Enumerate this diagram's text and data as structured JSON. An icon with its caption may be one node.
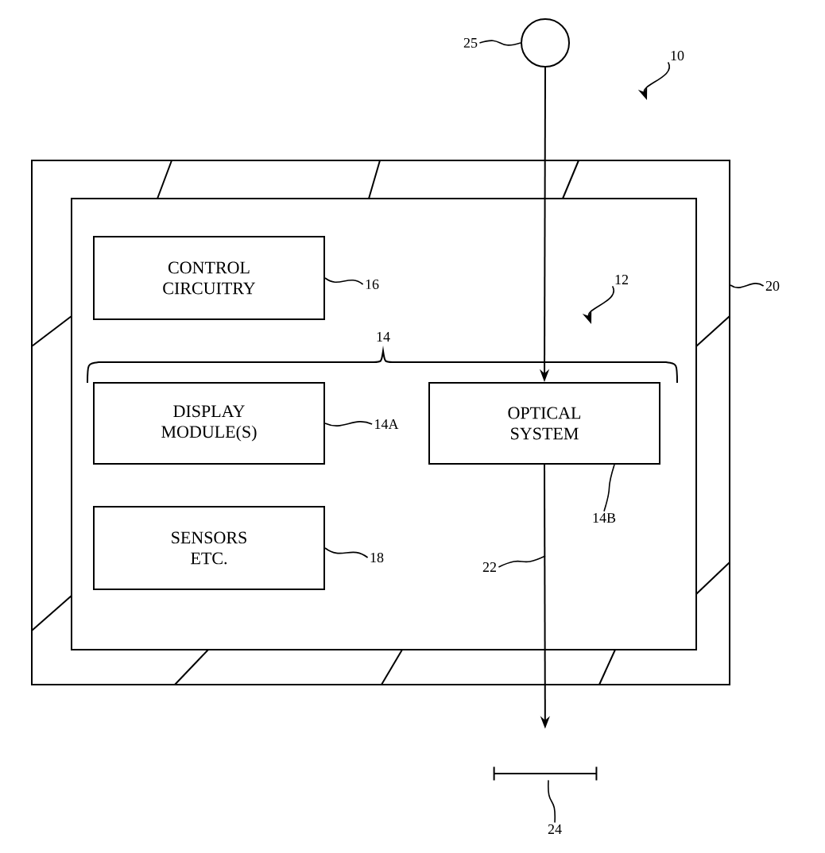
{
  "diagram": {
    "nodes": [
      {
        "text": [],
        "shape": "box"
      },
      {
        "text": [],
        "shape": "box",
        "in": 0
      },
      {
        "text": [
          "CONTROL CIRCUITRY"
        ],
        "in": 1
      },
      {
        "text": [
          "DISPLAY MODULE(S)"
        ],
        "in": 1
      },
      {
        "text": [
          "OPTICAL SYSTEM"
        ],
        "in": 1
      },
      {
        "text": [
          "SENSORS ETC."
        ],
        "in": 1
      },
      {
        "text": [],
        "shape": "circle"
      },
      {
        "text": [],
        "shape": "bar"
      },
      {
        "text": [
          "25"
        ]
      },
      {
        "text": [
          "10"
        ]
      },
      {
        "text": [
          "16"
        ],
        "in": 1
      },
      {
        "text": [
          "12"
        ],
        "in": 1
      },
      {
        "text": [
          "20"
        ]
      },
      {
        "text": [
          "14A"
        ],
        "in": 1
      },
      {
        "text": [
          "14B"
        ],
        "in": 1
      },
      {
        "text": [
          "18"
        ],
        "in": 1
      },
      {
        "text": [
          "22"
        ],
        "in": 1
      },
      {
        "text": [
          "24"
        ]
      }
    ],
    "edges": [
      {
        "from": 6,
        "to": 4,
        "arrow": "to"
      },
      {
        "from": 4,
        "to": 7,
        "arrow": "to"
      },
      {
        "from": 8,
        "to": 6,
        "arrow": "none"
      },
      {
        "from": 9,
        "to": null,
        "arrow": "to"
      },
      {
        "from": 10,
        "to": 2,
        "arrow": "none"
      },
      {
        "from": 11,
        "to": null,
        "arrow": "to"
      },
      {
        "from": 12,
        "to": 0,
        "arrow": "none"
      },
      {
        "from": 13,
        "to": 3,
        "arrow": "none"
      },
      {
        "from": 14,
        "to": 4,
        "arrow": "none"
      },
      {
        "from": 15,
        "to": 5,
        "arrow": "none"
      },
      {
        "from": 16,
        "to": null,
        "arrow": "none"
      },
      {
        "from": 17,
        "to": 7,
        "arrow": "none"
      }
    ],
    "labels": [
      "14"
    ]
  }
}
